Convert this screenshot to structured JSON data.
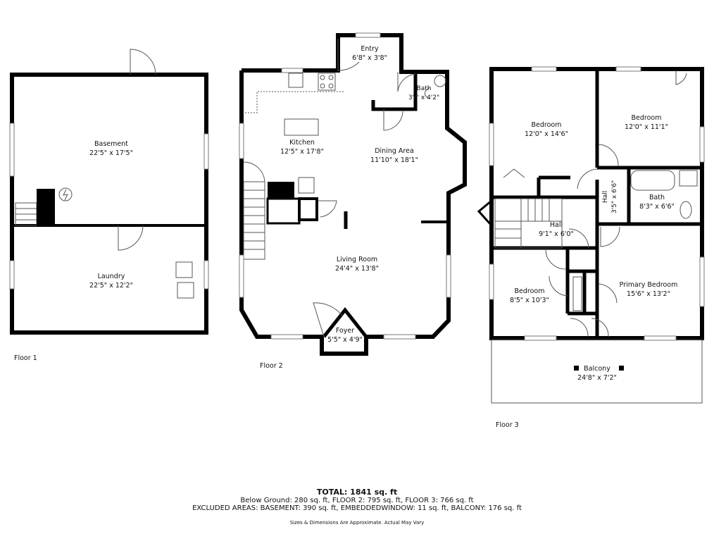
{
  "floors": [
    {
      "label": "Floor 1",
      "rooms": [
        {
          "name": "Basement",
          "dims": "22'5\" x 17'5\""
        },
        {
          "name": "Laundry",
          "dims": "22'5\" x 12'2\""
        }
      ]
    },
    {
      "label": "Floor 2",
      "rooms": [
        {
          "name": "Entry",
          "dims": "6'8\" x 3'8\""
        },
        {
          "name": "Bath",
          "dims": "3'  \" x 4'2\""
        },
        {
          "name": "Kitchen",
          "dims": "12'5\" x 17'8\""
        },
        {
          "name": "Dining Area",
          "dims": "11'10\" x 18'1\""
        },
        {
          "name": "Living Room",
          "dims": "24'4\" x 13'8\""
        },
        {
          "name": "Foyer",
          "dims": "5'5\" x 4'9\""
        }
      ]
    },
    {
      "label": "Floor 3",
      "rooms": [
        {
          "name": "Bedroom",
          "dims": "12'0\" x 14'6\""
        },
        {
          "name": "Bedroom",
          "dims": "12'0\" x 11'1\""
        },
        {
          "name": "Hall",
          "dims": "3'5\" x 6'6\""
        },
        {
          "name": "Bath",
          "dims": "8'3\" x 6'6\""
        },
        {
          "name": "Hall",
          "dims": "9'1\" x 6'0\""
        },
        {
          "name": "Bedroom",
          "dims": "8'5\" x 10'3\""
        },
        {
          "name": "Primary Bedroom",
          "dims": "15'6\" x 13'2\""
        },
        {
          "name": "Balcony",
          "dims": "24'8\" x 7'2\""
        }
      ]
    }
  ],
  "summary": {
    "total": "TOTAL: 1841 sq. ft",
    "line1": "Below Ground: 280 sq. ft, FLOOR 2: 795 sq. ft, FLOOR 3: 766 sq. ft",
    "line2": "EXCLUDED AREAS: BASEMENT: 390 sq. ft, EMBEDDEDWINDOW: 11 sq. ft, BALCONY: 176 sq. ft",
    "disclaimer": "Sizes & Dimensions Are Approximate. Actual May Vary"
  },
  "colors": {
    "wall": "#000000",
    "fixture": "#555555",
    "background": "#ffffff"
  }
}
